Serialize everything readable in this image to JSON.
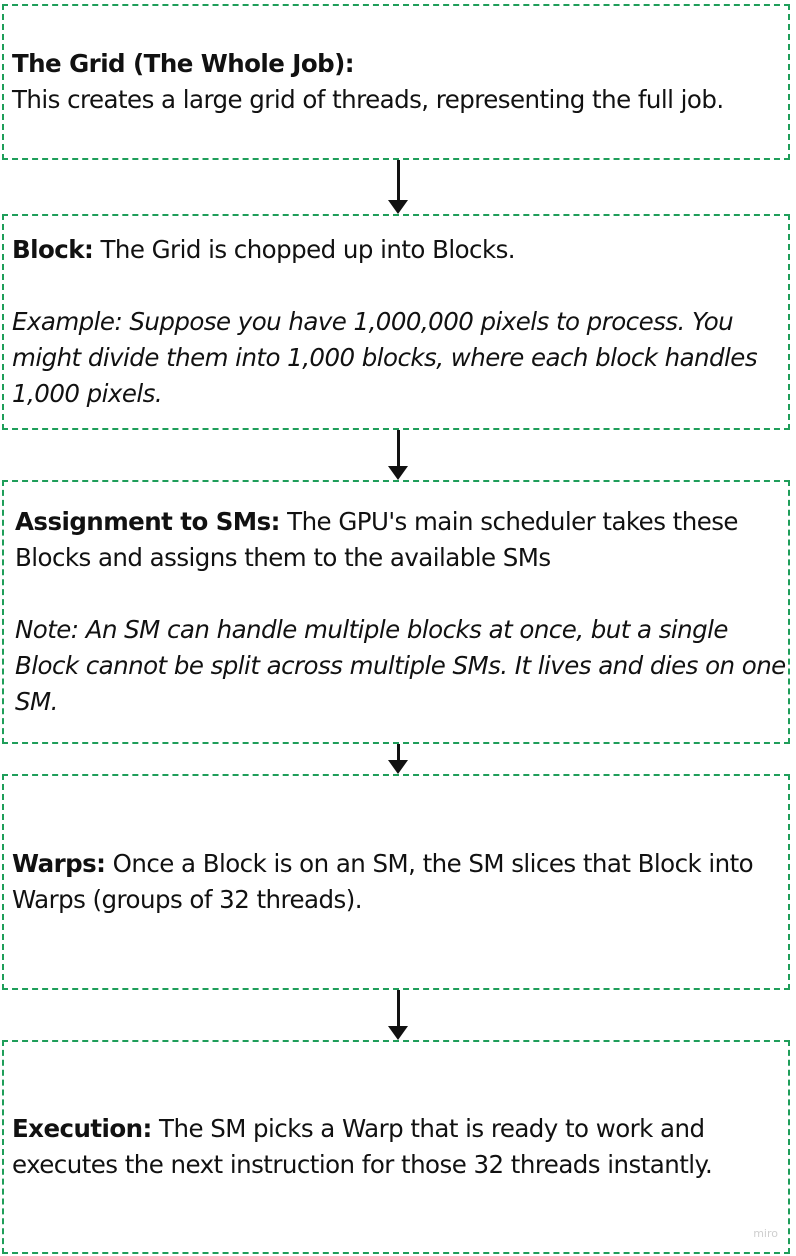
{
  "steps": [
    {
      "heading": "The Grid (The Whole Job):",
      "line1": "This creates a large grid of threads, representing the full job."
    },
    {
      "heading": "Block:",
      "line1": " The Grid is chopped up into Blocks.",
      "example": [
        "Example: Suppose you have 1,000,000 pixels to process. You",
        "might divide them into 1,000 blocks, where each block handles",
        "1,000 pixels."
      ]
    },
    {
      "heading": "Assignment to SMs:",
      "line1": " The GPU's main scheduler takes these",
      "line2": "Blocks and assigns them to the available SMs",
      "note": [
        "Note: An SM can handle multiple blocks at once, but a single",
        "Block cannot be split across multiple SMs. It lives and dies on one",
        "SM."
      ]
    },
    {
      "heading": "Warps:",
      "line1": " Once a Block is on an SM, the SM slices that Block into",
      "line2": "Warps (groups of 32 threads)."
    },
    {
      "heading": "Execution:",
      "line1": " The SM picks a Warp that is ready to work and",
      "line2": "executes the next instruction for those 32 threads instantly."
    }
  ],
  "watermark": "miro",
  "colors": {
    "border": "#1f9e5a",
    "text": "#111111",
    "arrow": "#111111"
  }
}
